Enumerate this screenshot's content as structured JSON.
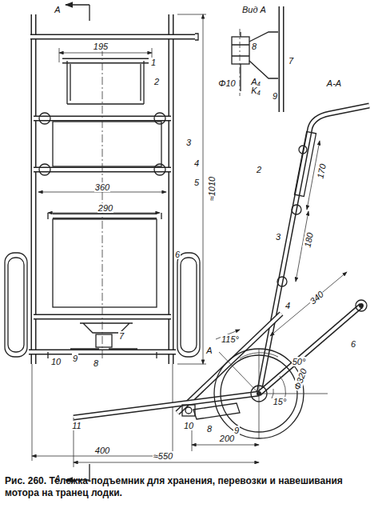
{
  "diagram": {
    "caption": "Рис. 260. Тележка-подъемник для хранения, перевозки и навешивания мотора на транец лодки.",
    "labels": [
      "А",
      "А",
      "195",
      "1",
      "2",
      "3",
      "4",
      "≈1010",
      "5",
      "360",
      "290",
      "6",
      "7",
      "9",
      "8",
      "10",
      "400",
      "Вид А",
      "8",
      "7",
      "Φ10",
      "A₄",
      "K₄",
      "9",
      "А-А",
      "2",
      "170",
      "3",
      "180",
      "4",
      "6",
      "340",
      "115°",
      "50°",
      "А",
      "15°",
      "Φ320",
      "10",
      "8",
      "9",
      "11",
      "200",
      "≈550"
    ]
  }
}
